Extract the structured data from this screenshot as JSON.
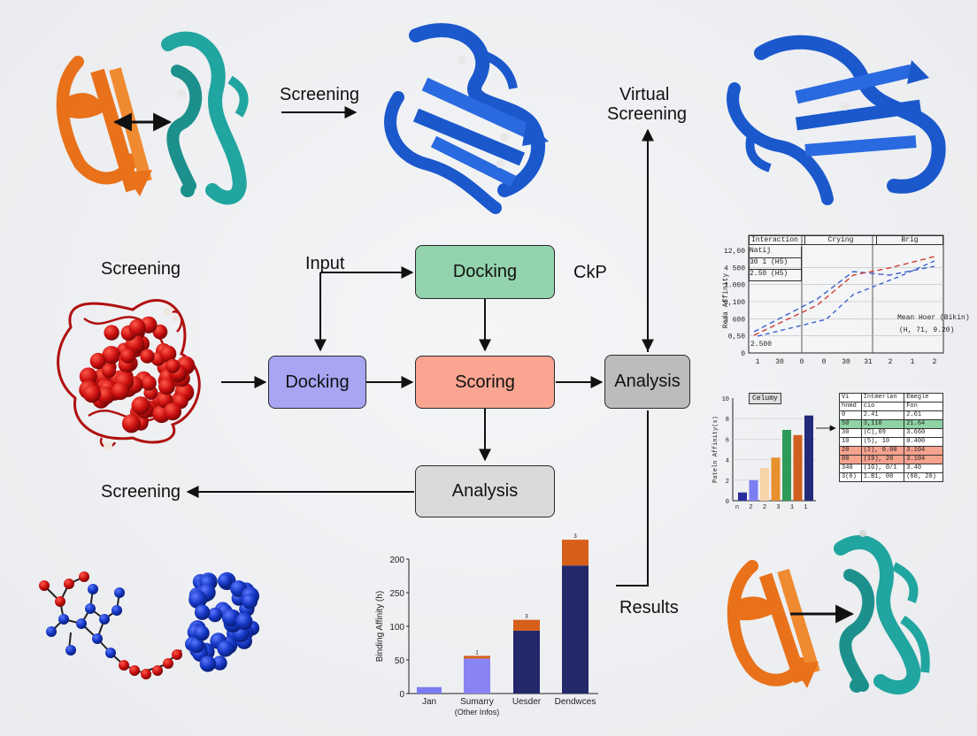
{
  "labels": {
    "screening_top": "Screening",
    "virtual_screening_1": "Virtual",
    "virtual_screening_2": "Screening",
    "screening_left": "Screening",
    "input": "Input",
    "ckp": "CkP",
    "screening_bottom": "Screening",
    "results": "Results"
  },
  "boxes": {
    "docking_top": "Docking",
    "docking_left": "Docking",
    "scoring": "Scoring",
    "analysis_right": "Analysis",
    "analysis_bottom": "Analysis"
  },
  "colors": {
    "docking_top": "#93d3ad",
    "docking_left": "#a8a5f3",
    "scoring": "#f9a592",
    "analysis_right": "#bcbcbc",
    "analysis_bottom": "#dcdad8",
    "protein_orange": "#e8711a",
    "protein_teal": "#21a5a0",
    "protein_blue": "#1a58cc",
    "molecule_red": "#cc1010",
    "molecule_blue": "#1436c4"
  },
  "icons": [
    "protein-ribbon-orange-teal",
    "protein-ribbon-blue",
    "red-protein-blob",
    "red-blue-molecule"
  ],
  "line_panel": {
    "headers": [
      "Interaction",
      "Crying",
      "Brig"
    ],
    "left_cells": [
      "Natij",
      "30 1 (H5)",
      "2.50 (H5)",
      "2.500"
    ],
    "note_1": "Mean Hoer (Bikin)",
    "note_2": "(H, 71, 9.20)",
    "ylabel": "Reda Affinity",
    "yticks": [
      "12,00",
      "4 500",
      "1.000",
      "0,100",
      "3 600",
      "0,50",
      "0"
    ],
    "xticks": [
      "1",
      "30",
      "0",
      "0",
      "30",
      "31",
      "2",
      "1",
      "2"
    ]
  },
  "chart_data": [
    {
      "type": "line",
      "title": "",
      "ylabel": "Reda Affinity",
      "yticks": [
        "12,00",
        "4 500",
        "1.000",
        "0,100",
        "3 600",
        "0,50",
        "0"
      ],
      "xticks": [
        "1",
        "30",
        "0",
        "0",
        "30",
        "31",
        "2",
        "1",
        "2"
      ],
      "series": [
        {
          "color": "#3b5fd0",
          "dash": "6 4",
          "values": [
            [
              0.0,
              0.08
            ],
            [
              0.35,
              0.45
            ],
            [
              0.55,
              0.76
            ],
            [
              0.75,
              0.72
            ],
            [
              1.0,
              0.82
            ]
          ]
        },
        {
          "color": "#d03b2f",
          "dash": "6 4",
          "values": [
            [
              0.0,
              0.04
            ],
            [
              0.35,
              0.38
            ],
            [
              0.55,
              0.72
            ],
            [
              0.75,
              0.8
            ],
            [
              1.0,
              0.93
            ]
          ]
        },
        {
          "color": "#3b5fd0",
          "dash": "5 4",
          "values": [
            [
              0.02,
              0.03
            ],
            [
              0.4,
              0.22
            ],
            [
              0.55,
              0.5
            ],
            [
              0.8,
              0.7
            ],
            [
              1.0,
              0.88
            ]
          ]
        }
      ]
    },
    {
      "type": "bar",
      "title": "Celumy",
      "ylabel": "Pateln Affinity(s)",
      "ylim": [
        0,
        10
      ],
      "yticks": [
        "10",
        "8",
        "6",
        "4",
        "2",
        "0"
      ],
      "categories": [
        "n",
        "2",
        "2",
        "3",
        "1",
        "1"
      ],
      "values": [
        0.8,
        2.0,
        3.2,
        4.2,
        6.9,
        6.4,
        8.3
      ],
      "colors": [
        "#2a2e9a",
        "#7b7ef0",
        "#f6d3a8",
        "#e8902e",
        "#2e9a58",
        "#d0601e",
        "#232a7a"
      ]
    },
    {
      "type": "bar",
      "title": "",
      "ylabel": "Binding Affinity (h)",
      "xlabel": "(Other Infos)",
      "ylim": [
        0,
        200
      ],
      "yticks": [
        "200",
        "250",
        "100",
        "50",
        "0"
      ],
      "categories": [
        "Jan",
        "Sumarry",
        "Uesder",
        "Dendwces"
      ],
      "series": [
        {
          "name": "",
          "values": [
            12,
            65,
            117,
            238
          ],
          "colors": [
            "#7c7cf2",
            "#8884f4",
            "#22286a",
            "#22286a"
          ]
        },
        {
          "name": "",
          "values": [
            0,
            5,
            20,
            48
          ],
          "colors": [
            "#d85f1a",
            "#d85f1a",
            "#d85f1a",
            "#d85f1a"
          ]
        }
      ],
      "top_marks": [
        "",
        "1",
        "3",
        "3"
      ]
    },
    {
      "type": "table",
      "rows": [
        [
          "Vi",
          "Intmerlan",
          "Emegle"
        ],
        [
          "hnmd",
          "cio",
          "Fon"
        ],
        [
          "0",
          "2.41",
          "2.61"
        ],
        [
          "50",
          "3,110",
          "21.64"
        ],
        [
          "30",
          "(C),09",
          "3.660"
        ],
        [
          "10",
          "(5), 10",
          "0.400"
        ],
        [
          "20",
          "(2), 0.00",
          "3.104"
        ],
        [
          "00",
          "(19), 20",
          "3.104"
        ],
        [
          "340",
          "(1G), 0/1",
          "3.40"
        ],
        [
          "3(0)",
          "1.B1, 00",
          "(60, 20)"
        ]
      ],
      "row_colors": [
        "#ffffff",
        "#ffffff",
        "#ffffff",
        "#8fd3a4",
        "#ffffff",
        "#ffffff",
        "#f5a28e",
        "#f5a28e",
        "#ffffff",
        "#ffffff"
      ]
    }
  ]
}
